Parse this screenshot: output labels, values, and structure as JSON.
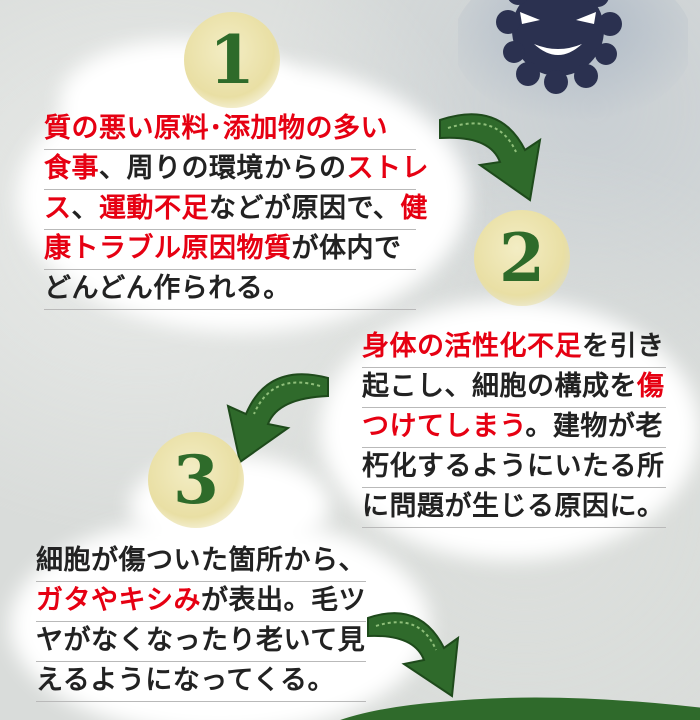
{
  "steps": [
    {
      "number": "1",
      "lines": [
        [
          {
            "t": "質の悪い原料･添加物の多い",
            "red": true
          }
        ],
        [
          {
            "t": "食事",
            "red": true
          },
          {
            "t": "、周りの環境からの",
            "red": false
          },
          {
            "t": "ストレ",
            "red": true
          }
        ],
        [
          {
            "t": "ス",
            "red": true
          },
          {
            "t": "、",
            "red": false
          },
          {
            "t": "運動不足",
            "red": true
          },
          {
            "t": "などが原因で、",
            "red": false
          },
          {
            "t": "健",
            "red": true
          }
        ],
        [
          {
            "t": "康トラブル原因物質",
            "red": true
          },
          {
            "t": "が体内で",
            "red": false
          }
        ],
        [
          {
            "t": "どんどん作られる。",
            "red": false
          }
        ]
      ]
    },
    {
      "number": "2",
      "lines": [
        [
          {
            "t": "身体の活性化不足",
            "red": true
          },
          {
            "t": "を引き",
            "red": false
          }
        ],
        [
          {
            "t": "起こし、細胞の構成を",
            "red": false
          },
          {
            "t": "傷",
            "red": true
          }
        ],
        [
          {
            "t": "つけてしまう",
            "red": true
          },
          {
            "t": "。建物が老",
            "red": false
          }
        ],
        [
          {
            "t": "朽化するようにいたる所",
            "red": false
          }
        ],
        [
          {
            "t": "に問題が生じる原因に。",
            "red": false
          }
        ]
      ]
    },
    {
      "number": "3",
      "lines": [
        [
          {
            "t": "細胞が傷ついた箇所から、",
            "red": false
          }
        ],
        [
          {
            "t": "ガタやキシみ",
            "red": true
          },
          {
            "t": "が表出。毛ツ",
            "red": false
          }
        ],
        [
          {
            "t": "ヤがなくなったり老いて見",
            "red": false
          }
        ],
        [
          {
            "t": "えるようになってくる。",
            "red": false
          }
        ]
      ]
    }
  ],
  "colors": {
    "accent_red": "#e60012",
    "number_green": "#2e6b2a",
    "arrow_green": "#2f6a2b",
    "number_badge": "#ece3ab"
  },
  "icons": [
    "germ-monster-icon",
    "curved-arrow-icon",
    "green-hill"
  ]
}
